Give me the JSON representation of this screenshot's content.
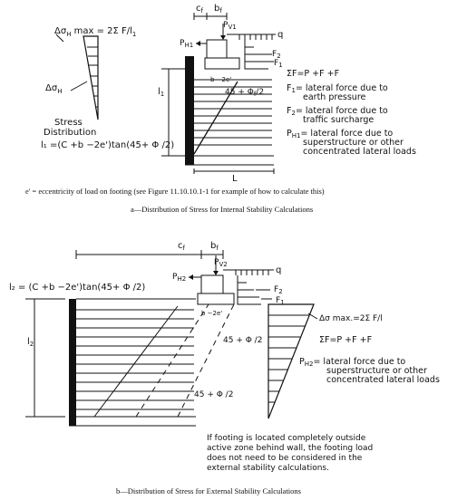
{
  "diagram_a": {
    "delta_sigma_max": "Δσ",
    "delta_sigma_max_sub": "H",
    "delta_sigma_max_tail": " max = 2Σ F/l",
    "delta_sigma_max_tail_sub": "1",
    "delta_sigma": "Δσ",
    "delta_sigma_sub": "H",
    "stress_dist_1": "Stress",
    "stress_dist_2": "Distribution",
    "l1_eq": "l₁ =(C   +b  −2e')tan(45+ Φ  /2)",
    "cf": "c",
    "cf_sub": "f",
    "bf": "b",
    "bf_sub": "f",
    "pv1": "P",
    "pv1_sub": "V1",
    "q": "q",
    "ph1": "P",
    "ph1_sub": "H1",
    "f2": "F",
    "f2_sub": "2",
    "f1": "F",
    "f1_sub": "1",
    "l1": "l",
    "l1_sub": "1",
    "angle": "45 + Φ",
    "angle_sub": "f",
    "angle_tail": "/2",
    "L": "L",
    "bf2e": "b  −2e'",
    "sum_f": "ΣF=P    +F  +F",
    "def_f1_a": "= lateral force due to",
    "def_f1_b": "earth pressure",
    "def_f2_a": "= lateral force due to",
    "def_f2_b": "traffic surcharge",
    "def_ph_a": "= lateral force due to",
    "def_ph_b": "superstructure or other",
    "def_ph_c": "concentrated lateral loads",
    "e_note": "e' = eccentricity of load on footing (see Figure 11.10.10.1-1 for example of how to calculate this)",
    "caption": "a—Distribution of Stress for Internal Stability Calculations"
  },
  "diagram_b": {
    "l2_eq": "l₂ = (C   +b  −2e')tan(45+ Φ  /2)",
    "l2": "l",
    "l2_sub": "2",
    "cf": "c",
    "cf_sub": "f",
    "bf": "b",
    "bf_sub": "f",
    "pv2": "P",
    "pv2_sub": "V2",
    "q": "q",
    "ph2": "P",
    "ph2_sub": "H2",
    "f2": "F",
    "f2_sub": "2",
    "f1": "F",
    "f1_sub": "1",
    "bf2e": "b  −2e'",
    "angle1": "45 + Φ  /2",
    "angle2": "45 + Φ  /2",
    "dsig": "Δσ  max.=2Σ  F/l",
    "sum_f": "ΣF=P    +F  +F",
    "def_ph_a": "= lateral force due to",
    "def_ph_b": "superstructure or other",
    "def_ph_c": "concentrated lateral loads",
    "note_1": "If footing is located completely outside",
    "note_2": "active zone behind wall, the footing load",
    "note_3": "does not need to be considered in the",
    "note_4": "external stability calculations.",
    "caption": "b—Distribution of Stress for External Stability Calculations"
  }
}
